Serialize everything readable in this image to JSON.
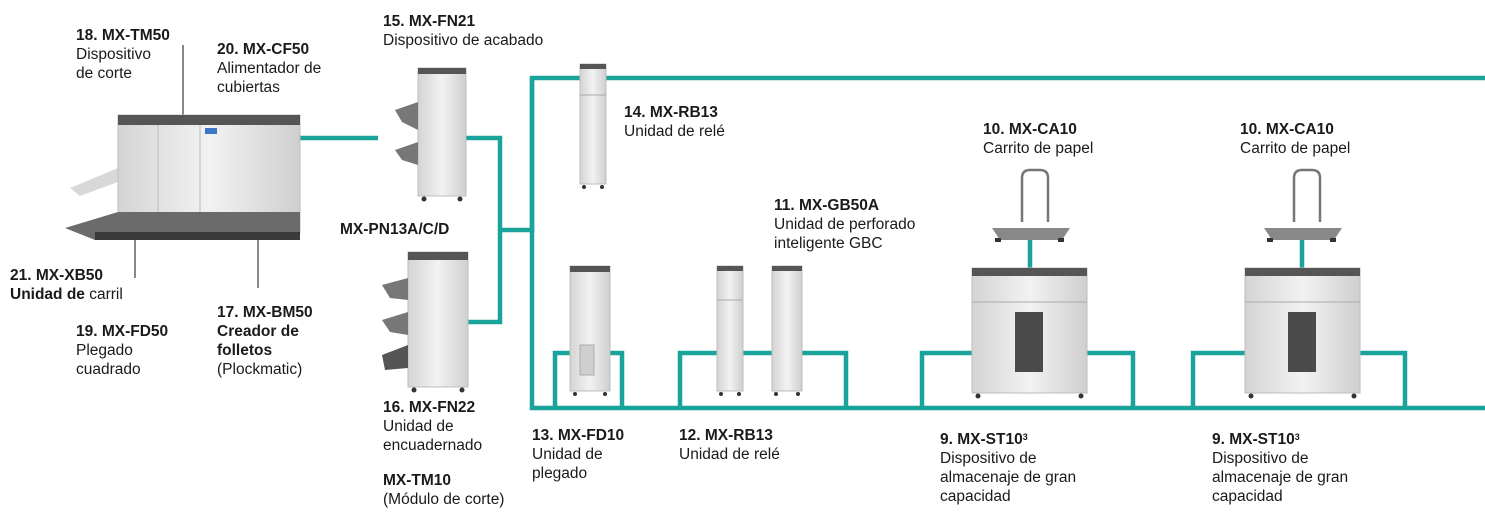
{
  "components": {
    "mx_tm50": {
      "code": "18. MX-TM50",
      "desc1": "Dispositivo",
      "desc2": "de corte"
    },
    "mx_cf50": {
      "code": "20. MX-CF50",
      "desc1": "Alimentador de",
      "desc2": "cubiertas"
    },
    "mx_fn21": {
      "code": "15. MX-FN21",
      "desc1": "Dispositivo de acabado"
    },
    "mx_rb13_top": {
      "code": "14. MX-RB13",
      "desc1": "Unidad de relé"
    },
    "mx_pn13": {
      "code": "MX-PN13A/C/D"
    },
    "mx_xb50": {
      "code": "21. MX-XB50",
      "desc_bold": "Unidad de",
      "desc_normal": " carril"
    },
    "mx_fd50": {
      "code": "19. MX-FD50",
      "desc1": "Plegado",
      "desc2": "cuadrado"
    },
    "mx_bm50": {
      "code": "17. MX-BM50",
      "desc1": "Creador de",
      "desc2": "folletos",
      "desc3": "(Plockmatic)"
    },
    "mx_fn22": {
      "code": "16. MX-FN22",
      "desc1": "Unidad de",
      "desc2": "encuadernado"
    },
    "mx_tm10": {
      "code": "MX-TM10",
      "desc1": "(Módulo de corte)"
    },
    "mx_fd10": {
      "code": "13. MX-FD10",
      "desc1": "Unidad de",
      "desc2": "plegado"
    },
    "mx_rb13_bottom": {
      "code": "12. MX-RB13",
      "desc1": "Unidad de relé"
    },
    "mx_gb50a": {
      "code": "11. MX-GB50A",
      "desc1": "Unidad de perforado",
      "desc2": "inteligente GBC"
    },
    "mx_ca10_1": {
      "code": "10. MX-CA10",
      "desc1": "Carrito de papel"
    },
    "mx_ca10_2": {
      "code": "10. MX-CA10",
      "desc1": "Carrito de papel"
    },
    "mx_st10_1": {
      "code": "9. MX-ST10",
      "sup": "3",
      "desc1": "Dispositivo de",
      "desc2": "almacenaje de gran",
      "desc3": "capacidad"
    },
    "mx_st10_2": {
      "code": "9. MX-ST10",
      "sup": "3",
      "desc1": "Dispositivo de",
      "desc2": "almacenaje de gran",
      "desc3": "capacidad"
    }
  },
  "colors": {
    "connector": "#1aa39a",
    "device": "#e6e6e6",
    "device_dark": "#444444"
  }
}
